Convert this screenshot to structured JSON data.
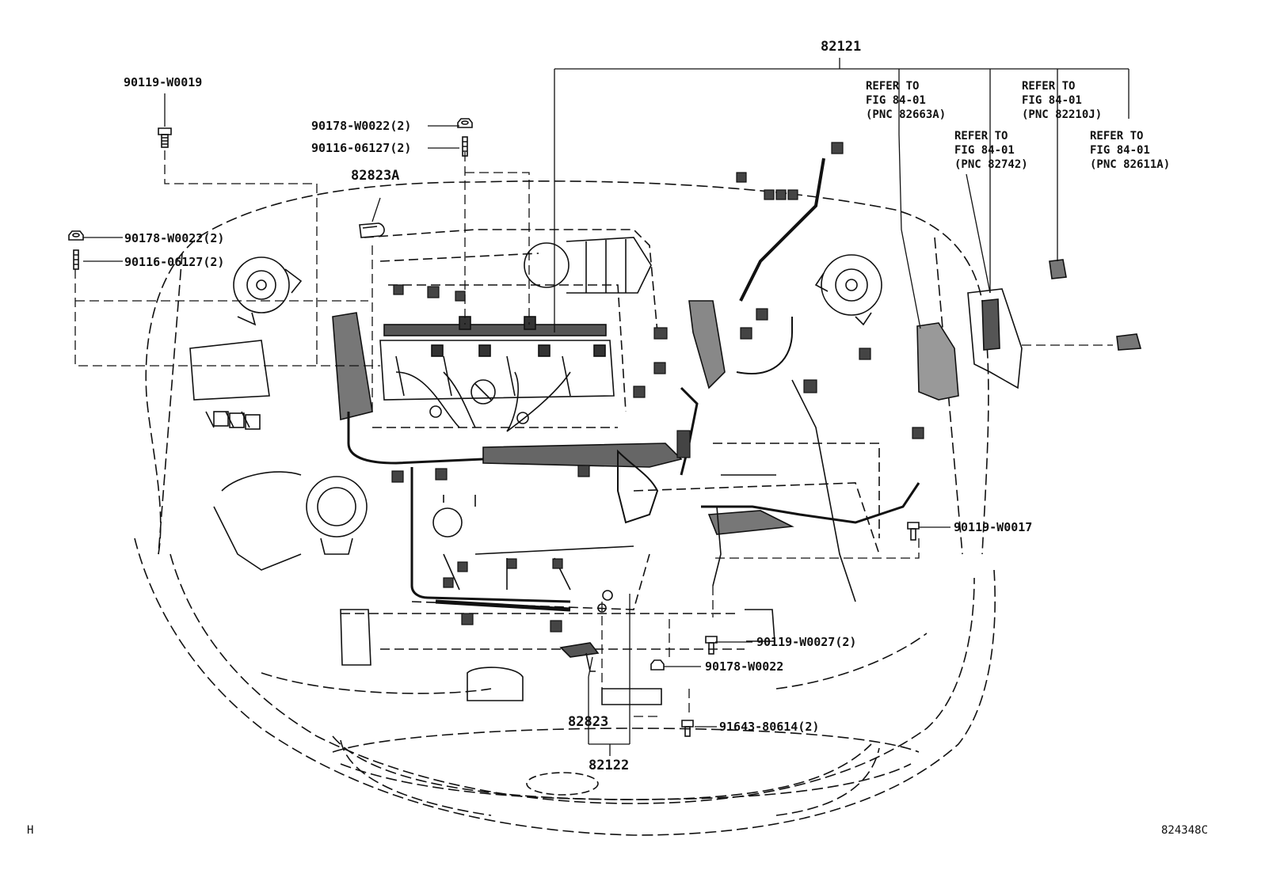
{
  "colors": {
    "ink": "#111111",
    "paper": "#ffffff"
  },
  "labels": {
    "p82121": "82121",
    "p90119_w0019": "90119-W0019",
    "p90178_w0022_2_top": "90178-W0022(2)",
    "p90116_06127_2_top": "90116-06127(2)",
    "p82823a": "82823A",
    "p90178_w0022_2_left": "90178-W0022(2)",
    "p90116_06127_2_left": "90116-06127(2)",
    "p90119_w0017": "90119-W0017",
    "p90119_w0027_2": "90119-W0027(2)",
    "p90178_w0022": "90178-W0022",
    "p91643_80614_2": "91643-80614(2)",
    "p82823": "82823",
    "p82122": "82122",
    "corner_left": "H",
    "corner_right": "824348C"
  },
  "refers": [
    {
      "line1": "REFER TO",
      "line2": "FIG 84-01",
      "line3": "(PNC 82663A)"
    },
    {
      "line1": "REFER TO",
      "line2": "FIG 84-01",
      "line3": "(PNC 82210J)"
    },
    {
      "line1": "REFER TO",
      "line2": "FIG 84-01",
      "line3": "(PNC 82742)"
    },
    {
      "line1": "REFER TO",
      "line2": "FIG 84-01",
      "line3": "(PNC 82611A)"
    }
  ]
}
